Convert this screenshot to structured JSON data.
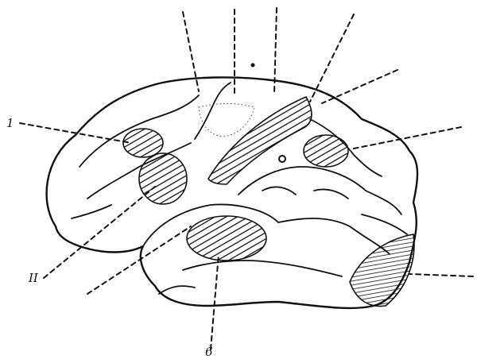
{
  "figure": {
    "labels": {
      "l1": "1",
      "l2": "",
      "l3": "",
      "l4": "",
      "l5": "",
      "l6": "",
      "l7": "",
      "l8": "II",
      "l9": "",
      "l10": "",
      "l11": "6"
    }
  },
  "colors": {
    "ink": "#111111",
    "paper": "#ffffff"
  }
}
